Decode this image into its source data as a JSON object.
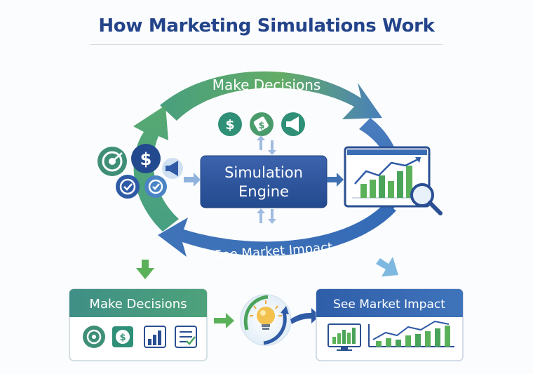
{
  "title": "How Marketing Simulations Work",
  "cycle": {
    "top_label": "Make Decisions",
    "bottom_label": "See Market Impact",
    "engine_label_line1": "Simulation",
    "engine_label_line2": "Engine"
  },
  "bottom_panels": {
    "left_title": "Make Decisions",
    "right_title": "See Market Impact"
  },
  "icons": {
    "dollar_symbol": "$"
  },
  "colors": {
    "green": "#4a9b6b",
    "teal": "#2f8f77",
    "blue": "#2f5aa6",
    "navy": "#23448a",
    "engine_blue": "#2f529b",
    "chart_green": "#5bb15a"
  }
}
